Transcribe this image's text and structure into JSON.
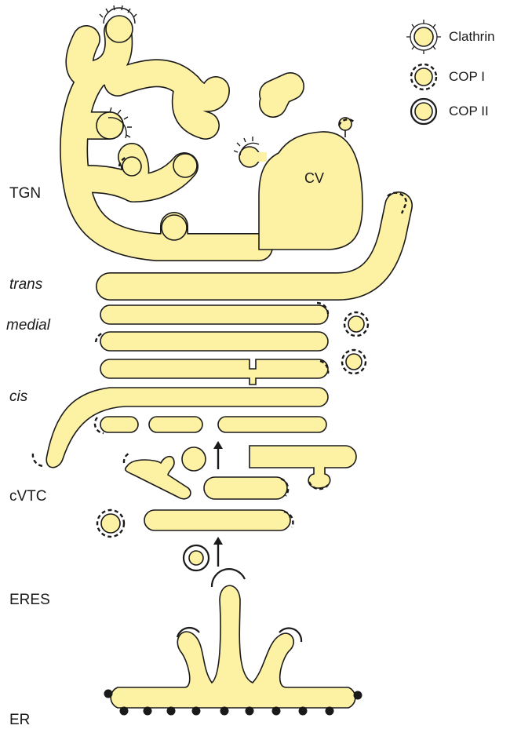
{
  "colors": {
    "membrane_fill": "#FDF1A4",
    "outline": "#1a1a1a",
    "background": "#ffffff"
  },
  "compartments": {
    "tgn": "TGN",
    "trans": "trans",
    "medial": "medial",
    "cis": "cis",
    "cvtc": "cVTC",
    "eres": "ERES",
    "er": "ER",
    "cv": "CV"
  },
  "legend": [
    {
      "label": "Clathrin",
      "icon": "clathrin-coat-icon"
    },
    {
      "label": "COP I",
      "icon": "copi-coat-icon"
    },
    {
      "label": "COP II",
      "icon": "copii-coat-icon"
    }
  ]
}
